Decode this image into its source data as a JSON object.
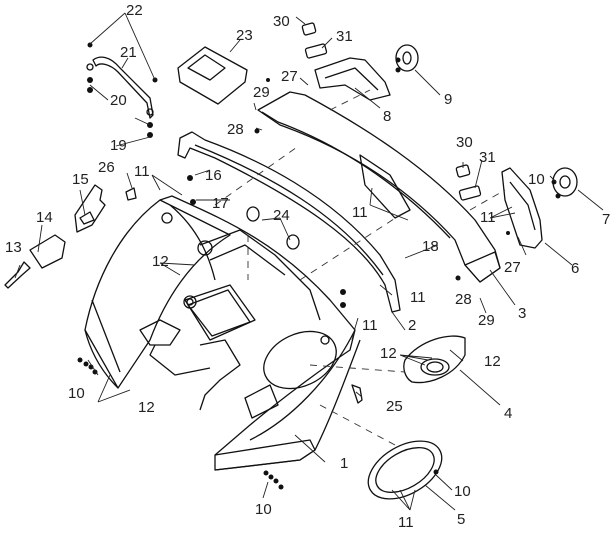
{
  "diagram": {
    "type": "exploded-parts-diagram",
    "callouts": [
      {
        "id": "c1",
        "label": "1"
      },
      {
        "id": "c2",
        "label": "2"
      },
      {
        "id": "c3",
        "label": "3"
      },
      {
        "id": "c4",
        "label": "4"
      },
      {
        "id": "c5",
        "label": "5"
      },
      {
        "id": "c6",
        "label": "6"
      },
      {
        "id": "c7",
        "label": "7"
      },
      {
        "id": "c8",
        "label": "8"
      },
      {
        "id": "c9",
        "label": "9"
      },
      {
        "id": "c10a",
        "label": "10"
      },
      {
        "id": "c10b",
        "label": "10"
      },
      {
        "id": "c10c",
        "label": "10"
      },
      {
        "id": "c10d",
        "label": "10"
      },
      {
        "id": "c11a",
        "label": "11"
      },
      {
        "id": "c11b",
        "label": "11"
      },
      {
        "id": "c11c",
        "label": "11"
      },
      {
        "id": "c11d",
        "label": "11"
      },
      {
        "id": "c11e",
        "label": "11"
      },
      {
        "id": "c11f",
        "label": "11"
      },
      {
        "id": "c12a",
        "label": "12"
      },
      {
        "id": "c12b",
        "label": "12"
      },
      {
        "id": "c12c",
        "label": "12"
      },
      {
        "id": "c12d",
        "label": "12"
      },
      {
        "id": "c13",
        "label": "13"
      },
      {
        "id": "c14",
        "label": "14"
      },
      {
        "id": "c15",
        "label": "15"
      },
      {
        "id": "c16",
        "label": "16"
      },
      {
        "id": "c17",
        "label": "17"
      },
      {
        "id": "c18",
        "label": "18"
      },
      {
        "id": "c19",
        "label": "19"
      },
      {
        "id": "c20",
        "label": "20"
      },
      {
        "id": "c21",
        "label": "21"
      },
      {
        "id": "c22",
        "label": "22"
      },
      {
        "id": "c23",
        "label": "23"
      },
      {
        "id": "c24",
        "label": "24"
      },
      {
        "id": "c25",
        "label": "25"
      },
      {
        "id": "c26",
        "label": "26"
      },
      {
        "id": "c27a",
        "label": "27"
      },
      {
        "id": "c27b",
        "label": "27"
      },
      {
        "id": "c28a",
        "label": "28"
      },
      {
        "id": "c28b",
        "label": "28"
      },
      {
        "id": "c29a",
        "label": "29"
      },
      {
        "id": "c29b",
        "label": "29"
      },
      {
        "id": "c30a",
        "label": "30"
      },
      {
        "id": "c30b",
        "label": "30"
      },
      {
        "id": "c31a",
        "label": "31"
      },
      {
        "id": "c31b",
        "label": "31"
      }
    ]
  }
}
